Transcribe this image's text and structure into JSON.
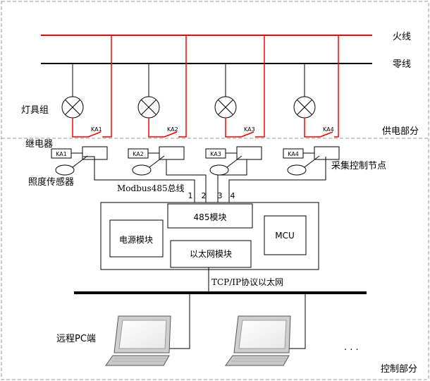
{
  "labels": {
    "live_wire": "火线",
    "neutral_wire": "零线",
    "lamp_group": "灯具组",
    "power_section": "供电部分",
    "relay": "继电器",
    "light_sensor": "照度传感器",
    "collect_node": "采集控制节点",
    "modbus_bus": "Modbus485总线",
    "module_485": "485模块",
    "power_module": "电源模块",
    "mcu": "MCU",
    "ethernet_module": "以太网模块",
    "tcpip": "TCP/IP协议以太网",
    "remote_pc": "远程PC端",
    "ellipsis": "· · ·",
    "control_section": "控制部分"
  },
  "relays": [
    "KA1",
    "KA2",
    "KA3",
    "KA4"
  ],
  "bus_ports": [
    "1",
    "2",
    "3",
    "4"
  ],
  "colors": {
    "live_wire": "#ff0000",
    "line": "#000000",
    "divider": "#999999",
    "monitor_body": "#d8d8d8",
    "screen": "#ffffff"
  }
}
